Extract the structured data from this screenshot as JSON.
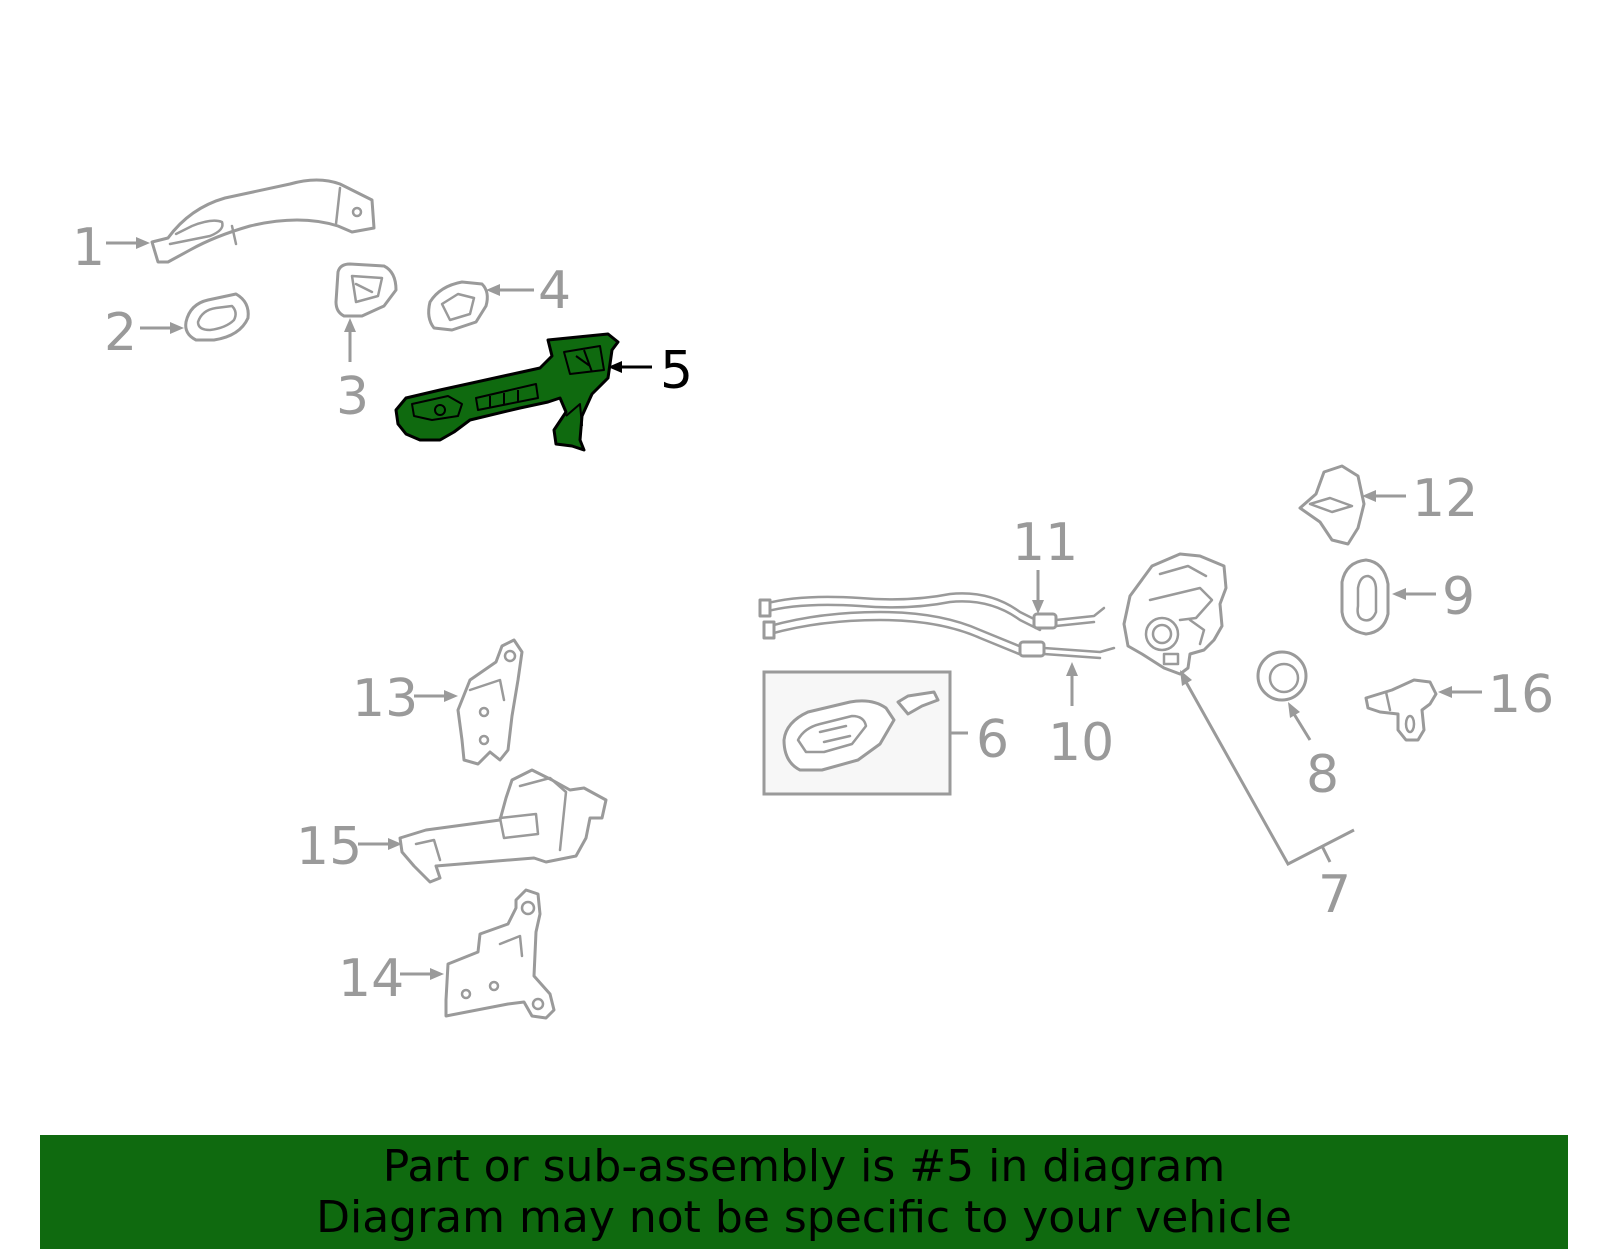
{
  "diagram": {
    "highlighted_part": "5",
    "highlight_color": "#0f6a0f",
    "part_color": "#9a9a9a",
    "callouts": [
      "1",
      "2",
      "3",
      "4",
      "5",
      "6",
      "7",
      "8",
      "9",
      "10",
      "11",
      "12",
      "13",
      "14",
      "15",
      "16"
    ]
  },
  "banner": {
    "line1": "Part or sub-assembly is #5 in diagram",
    "line2": "Diagram may not be specific to your vehicle",
    "background": "#0f6a0f"
  }
}
